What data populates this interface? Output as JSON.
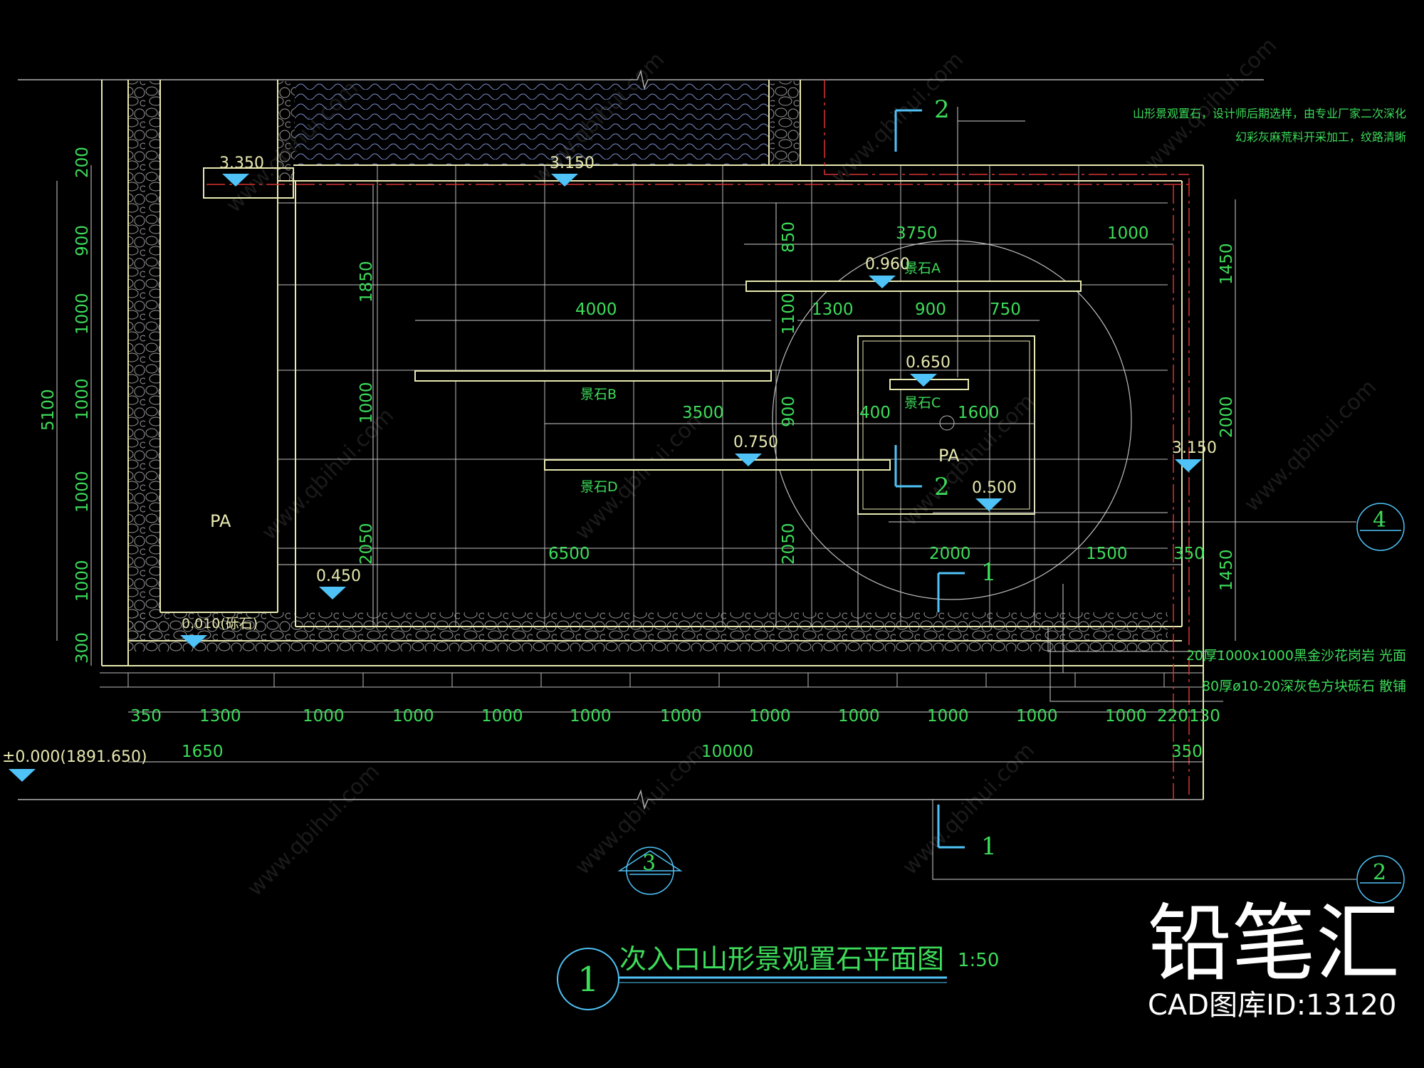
{
  "drawing": {
    "title": "次入口山形景观置石平面图",
    "scale": "1:50",
    "detail_number": "1",
    "section_marks": [
      "2",
      "2",
      "1",
      "1"
    ],
    "detail_refs": [
      "4",
      "3",
      "2"
    ],
    "space_labels": [
      "PA",
      "PA"
    ],
    "stone_labels": {
      "a": "景石A",
      "b": "景石B",
      "c": "景石C",
      "d": "景石D"
    },
    "levels": {
      "top_left": "3.350",
      "top_mid": "3.150",
      "stone_a": "0.960",
      "stone_c": "0.650",
      "stone_d": "0.750",
      "pool_c": "0.500",
      "right": "3.150",
      "pool_floor": "0.450",
      "gravel": "0.010(砾石)",
      "datum": "±0.000(1891.650)"
    },
    "notes": {
      "top_line1": "山形景观置石，设计师后期选样，由专业厂家二次深化",
      "top_line2": "幻彩灰麻荒料开采加工，纹路清晰",
      "bottom_line1": "20厚1000x1000黑金沙花岗岩  光面",
      "bottom_line2": "80厚ø10-20深灰色方块砾石  散铺"
    },
    "dimensions": {
      "left_vertical": [
        "200",
        "900",
        "1000",
        "1000",
        "1000",
        "1000",
        "300"
      ],
      "left_total": "5100",
      "bottom_row": [
        "350",
        "1300",
        "1000",
        "1000",
        "1000",
        "1000",
        "1000",
        "1000",
        "1000",
        "1000",
        "1000",
        "1000",
        "220",
        "130"
      ],
      "bottom_total": [
        "1650",
        "10000",
        "350"
      ],
      "inner": {
        "d3750": "3750",
        "d1000": "1000",
        "d850": "850",
        "d1850": "1850",
        "d4000": "4000",
        "d1100": "1100",
        "d1300": "1300",
        "d900a": "900",
        "d750": "750",
        "d1000v": "1000",
        "d3500": "3500",
        "d900v": "900",
        "d400": "400",
        "d1600": "1600",
        "d6500": "6500",
        "d2050a": "2050",
        "d2050b": "2050",
        "d2000": "2000",
        "d1500": "1500",
        "d350": "350",
        "r1450a": "1450",
        "r2000": "2000",
        "r1450b": "1450"
      }
    }
  },
  "watermark": {
    "brand": "铅笔汇",
    "id_text": "CAD图库ID:13120",
    "faint_text": "www.qbihui.com"
  },
  "colors": {
    "background": "#000000",
    "dimension_text": "#3ddc5a",
    "level_marker": "#4fc3f7",
    "wall_line": "#e8e8b0",
    "axis_red": "#d83232",
    "grid_line": "#c8c8c8"
  }
}
